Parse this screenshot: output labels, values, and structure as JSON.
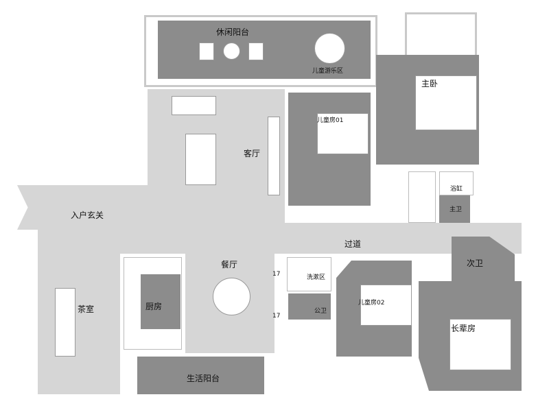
{
  "rooms": {
    "leisure_balcony": "休闲阳台",
    "kids_play_area": "儿童游乐区",
    "master_bedroom": "主卧",
    "kids_room_01": "儿童房01",
    "living_room": "客厅",
    "bathtub": "浴缸",
    "master_bath": "主卫",
    "entrance_foyer": "入户玄关",
    "corridor": "过道",
    "second_bath": "次卫",
    "dining_room": "餐厅",
    "tea_room": "茶室",
    "kitchen": "厨房",
    "wash_area": "洗漱区",
    "public_bath": "公卫",
    "kids_room_02": "儿童房02",
    "elder_room": "长辈房",
    "utility_balcony": "生活阳台"
  },
  "marks": [
    "17",
    "17"
  ],
  "colors": {
    "floor_light": "#d6d6d6",
    "floor_dark": "#8c8c8c",
    "wall": "#c9c9c9"
  }
}
